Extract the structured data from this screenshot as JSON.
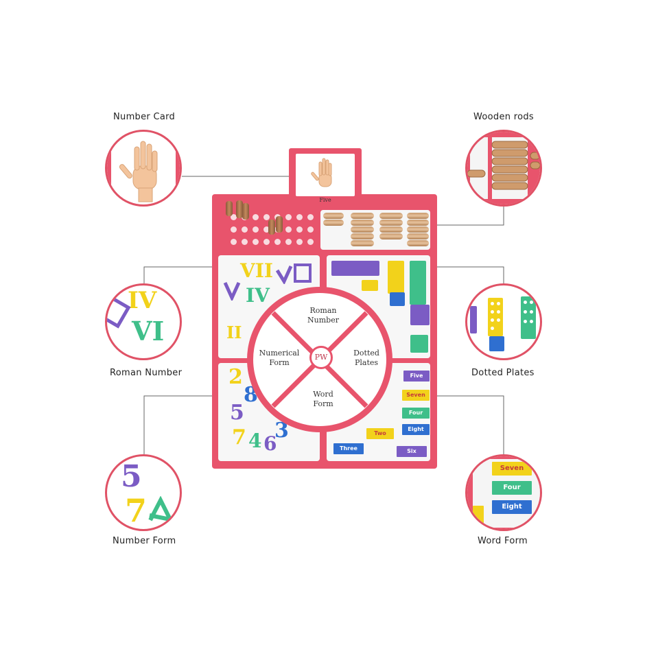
{
  "labels": {
    "number_card": "Number Card",
    "wooden_rods": "Wooden rods",
    "roman_number": "Roman Number",
    "dotted_plates": "Dotted Plates",
    "number_form": "Number Form",
    "word_form": "Word Form"
  },
  "card_word": "Five",
  "wheel": {
    "top": "Roman\nNumber",
    "left": "Numerical\nForm",
    "right": "Dotted\nPlates",
    "bottom": "Word\nForm",
    "hub": "PW"
  },
  "romans": [
    "VII",
    "IV",
    "II",
    "IV",
    "VI"
  ],
  "numbers": [
    "2",
    "8",
    "5",
    "7",
    "4",
    "6",
    "3",
    "5",
    "7"
  ],
  "word_tiles": [
    "Five",
    "Seven",
    "Four",
    "Eight",
    "Two",
    "Three",
    "Six",
    "Seven",
    "Four",
    "Eight"
  ],
  "colors": {
    "board": "#e8546c",
    "accent_circle": "#e05266",
    "yellow": "#f2d21b",
    "purple": "#7b5cc4",
    "green": "#3fbf8a",
    "blue": "#2f6fd0"
  }
}
